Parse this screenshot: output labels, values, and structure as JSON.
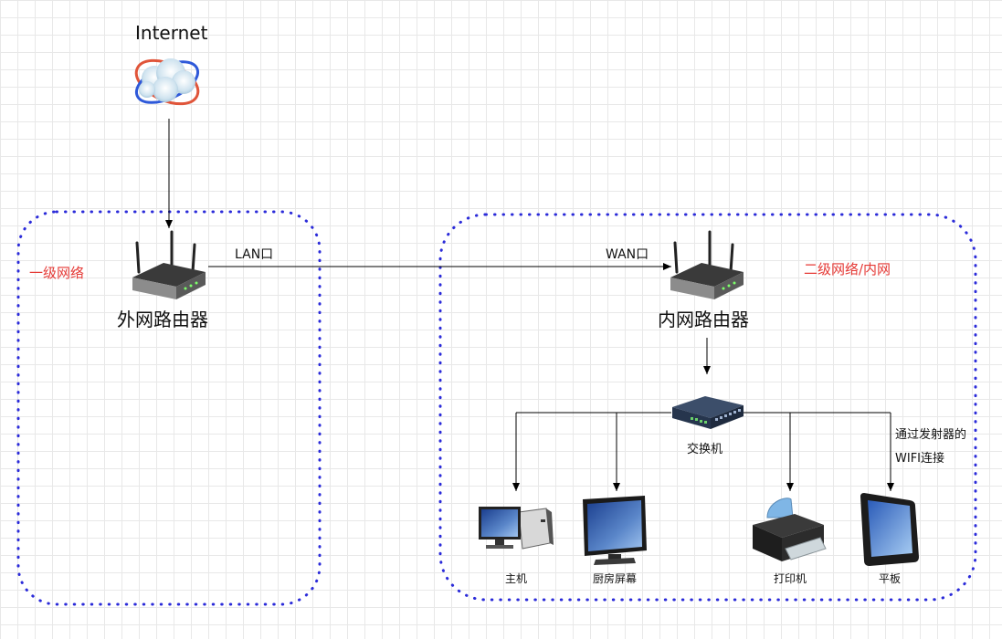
{
  "internet": {
    "label": "Internet",
    "icon": "cloud-globe-icon"
  },
  "zones": {
    "first": {
      "label": "一级网络",
      "border_color": "#2b2bd9"
    },
    "second": {
      "label": "二级网络/内网",
      "border_color": "#2b2bd9"
    }
  },
  "label_color": "#e53935",
  "routers": {
    "outer": {
      "label": "外网路由器",
      "icon": "router-icon"
    },
    "inner": {
      "label": "内网路由器",
      "icon": "router-icon"
    }
  },
  "links": {
    "lan_port": "LAN口",
    "wan_port": "WAN口",
    "wifi_line1": "通过发射器的",
    "wifi_line2": "WIFI连接"
  },
  "switch": {
    "label": "交换机",
    "icon": "switch-icon"
  },
  "devices": [
    {
      "label": "主机",
      "icon": "desktop-computer-icon"
    },
    {
      "label": "厨房屏幕",
      "icon": "monitor-icon"
    },
    {
      "label": "打印机",
      "icon": "printer-icon"
    },
    {
      "label": "平板",
      "icon": "tablet-icon"
    }
  ]
}
